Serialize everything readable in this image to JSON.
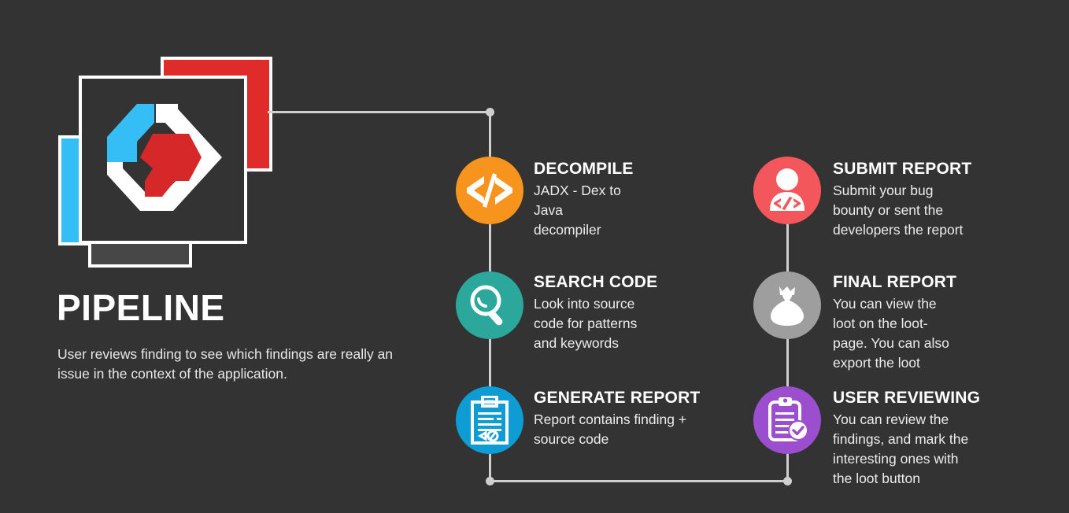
{
  "page": {
    "background_color": "#333333",
    "title": "PIPELINE",
    "subtitle": "User reviews finding to see which findings are really an issue in the context of the application."
  },
  "logo": {
    "name": "hexagon-code-logo",
    "colors": {
      "blue": "#35BDF5",
      "white": "#FFFFFF",
      "red": "#D62828",
      "card_red": "#E02B2B",
      "card_gray": "#474747",
      "card_bg": "#333333"
    }
  },
  "connectors": {
    "color": "#CFCFCF"
  },
  "steps": [
    {
      "id": "decompile",
      "title": "DECOMPILE",
      "description": "JADX - Dex to Java decompiler",
      "icon": "code-brackets-icon",
      "color": "#F7941D",
      "column": "left"
    },
    {
      "id": "search-code",
      "title": "SEARCH CODE",
      "description": "Look into source code for patterns and keywords",
      "icon": "magnifying-glass-icon",
      "color": "#2CA79B",
      "column": "left"
    },
    {
      "id": "generate-report",
      "title": "GENERATE REPORT",
      "description": "Report contains finding + source code",
      "icon": "clipboard-report-icon",
      "color": "#0D9DD4",
      "column": "left"
    },
    {
      "id": "submit-report",
      "title": "SUBMIT REPORT",
      "description": "Submit your bug bounty or sent the developers the report",
      "icon": "user-developer-icon",
      "color": "#F4575B",
      "column": "right"
    },
    {
      "id": "final-report",
      "title": "FINAL REPORT",
      "description": "You can view the loot on the loot-page. You can also export the loot",
      "icon": "money-bag-icon",
      "color": "#9E9E9E",
      "column": "right"
    },
    {
      "id": "user-reviewing",
      "title": "USER REVIEWING",
      "description": "You can review the findings, and mark the interesting ones with the loot button",
      "icon": "clipboard-check-icon",
      "color": "#9B4FCE",
      "column": "right"
    }
  ]
}
